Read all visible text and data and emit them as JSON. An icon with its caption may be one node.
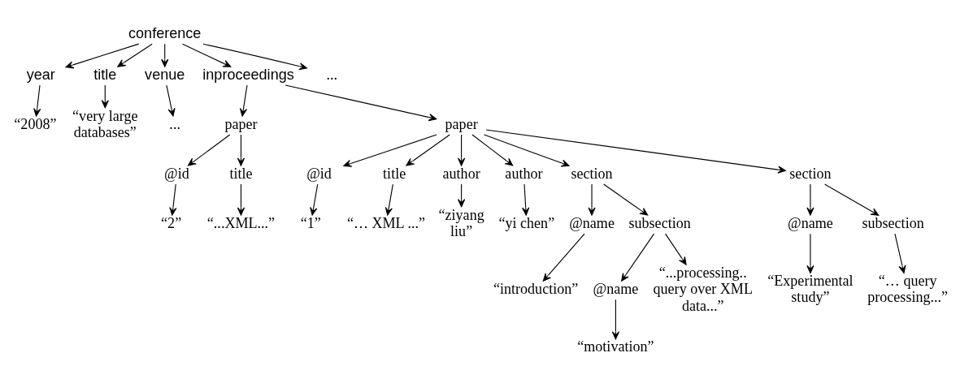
{
  "diagram": {
    "nodes": [
      {
        "text": [
          "conference"
        ]
      },
      {
        "text": [
          "year"
        ]
      },
      {
        "text": [
          "title"
        ]
      },
      {
        "text": [
          "venue"
        ]
      },
      {
        "text": [
          "inproceedings"
        ]
      },
      {
        "text": [
          "..."
        ]
      },
      {
        "text": [
          "“2008”"
        ]
      },
      {
        "text": [
          "“very large databases”"
        ]
      },
      {
        "text": [
          "..."
        ]
      },
      {
        "text": [
          "paper"
        ]
      },
      {
        "text": [
          "@id"
        ]
      },
      {
        "text": [
          "“2”"
        ]
      },
      {
        "text": [
          "title"
        ]
      },
      {
        "text": [
          "“...XML...”"
        ]
      },
      {
        "text": [
          "paper"
        ]
      },
      {
        "text": [
          "@id"
        ]
      },
      {
        "text": [
          "title"
        ]
      },
      {
        "text": [
          "author"
        ]
      },
      {
        "text": [
          "author"
        ]
      },
      {
        "text": [
          "section"
        ]
      },
      {
        "text": [
          "section"
        ]
      },
      {
        "text": [
          "“1”"
        ]
      },
      {
        "text": [
          "“ziyang liu”"
        ]
      },
      {
        "text": [
          "“yi chen”"
        ]
      },
      {
        "text": [
          "@name"
        ]
      },
      {
        "text": [
          "subsection"
        ]
      },
      {
        "text": [
          "@name"
        ]
      },
      {
        "text": [
          "subsection"
        ]
      },
      {
        "text": [
          "“… XML ...”"
        ]
      },
      {
        "text": [
          "“introduction”"
        ]
      },
      {
        "text": [
          "@name"
        ]
      },
      {
        "text": [
          "“...processing.. query over XML data...”"
        ]
      },
      {
        "text": [
          "“Experimental study”"
        ]
      },
      {
        "text": [
          "“… query processing...”"
        ]
      },
      {
        "text": [
          "“motivation”"
        ]
      }
    ],
    "edges": [
      {
        "from": 0,
        "to": 1,
        "arrow": "to"
      },
      {
        "from": 0,
        "to": 2,
        "arrow": "to"
      },
      {
        "from": 0,
        "to": 3,
        "arrow": "to"
      },
      {
        "from": 0,
        "to": 4,
        "arrow": "to"
      },
      {
        "from": 0,
        "to": 5,
        "arrow": "to"
      },
      {
        "from": 1,
        "to": 6,
        "arrow": "to"
      },
      {
        "from": 2,
        "to": 7,
        "arrow": "to"
      },
      {
        "from": 3,
        "to": 8,
        "arrow": "to"
      },
      {
        "from": 4,
        "to": 14,
        "arrow": "to"
      },
      {
        "from": 4,
        "to": 9,
        "arrow": "to"
      },
      {
        "from": 9,
        "to": 10,
        "arrow": "to"
      },
      {
        "from": 9,
        "to": 12,
        "arrow": "to"
      },
      {
        "from": 10,
        "to": 11,
        "arrow": "to"
      },
      {
        "from": 12,
        "to": 13,
        "arrow": "to"
      },
      {
        "from": 14,
        "to": 15,
        "arrow": "to"
      },
      {
        "from": 14,
        "to": 16,
        "arrow": "to"
      },
      {
        "from": 14,
        "to": 17,
        "arrow": "to"
      },
      {
        "from": 14,
        "to": 18,
        "arrow": "to"
      },
      {
        "from": 14,
        "to": 19,
        "arrow": "to"
      },
      {
        "from": 14,
        "to": 20,
        "arrow": "to"
      },
      {
        "from": 15,
        "to": 21,
        "arrow": "to"
      },
      {
        "from": 16,
        "to": 28,
        "arrow": "to"
      },
      {
        "from": 17,
        "to": 22,
        "arrow": "to"
      },
      {
        "from": 18,
        "to": 23,
        "arrow": "to"
      },
      {
        "from": 19,
        "to": 24,
        "arrow": "to"
      },
      {
        "from": 19,
        "to": 25,
        "arrow": "to"
      },
      {
        "from": 24,
        "to": 29,
        "arrow": "to"
      },
      {
        "from": 25,
        "to": 30,
        "arrow": "to"
      },
      {
        "from": 25,
        "to": 31,
        "arrow": "to"
      },
      {
        "from": 30,
        "to": 34,
        "arrow": "to"
      },
      {
        "from": 20,
        "to": 26,
        "arrow": "to"
      },
      {
        "from": 20,
        "to": 27,
        "arrow": "to"
      },
      {
        "from": 26,
        "to": 32,
        "arrow": "to"
      },
      {
        "from": 27,
        "to": 33,
        "arrow": "to"
      }
    ]
  }
}
